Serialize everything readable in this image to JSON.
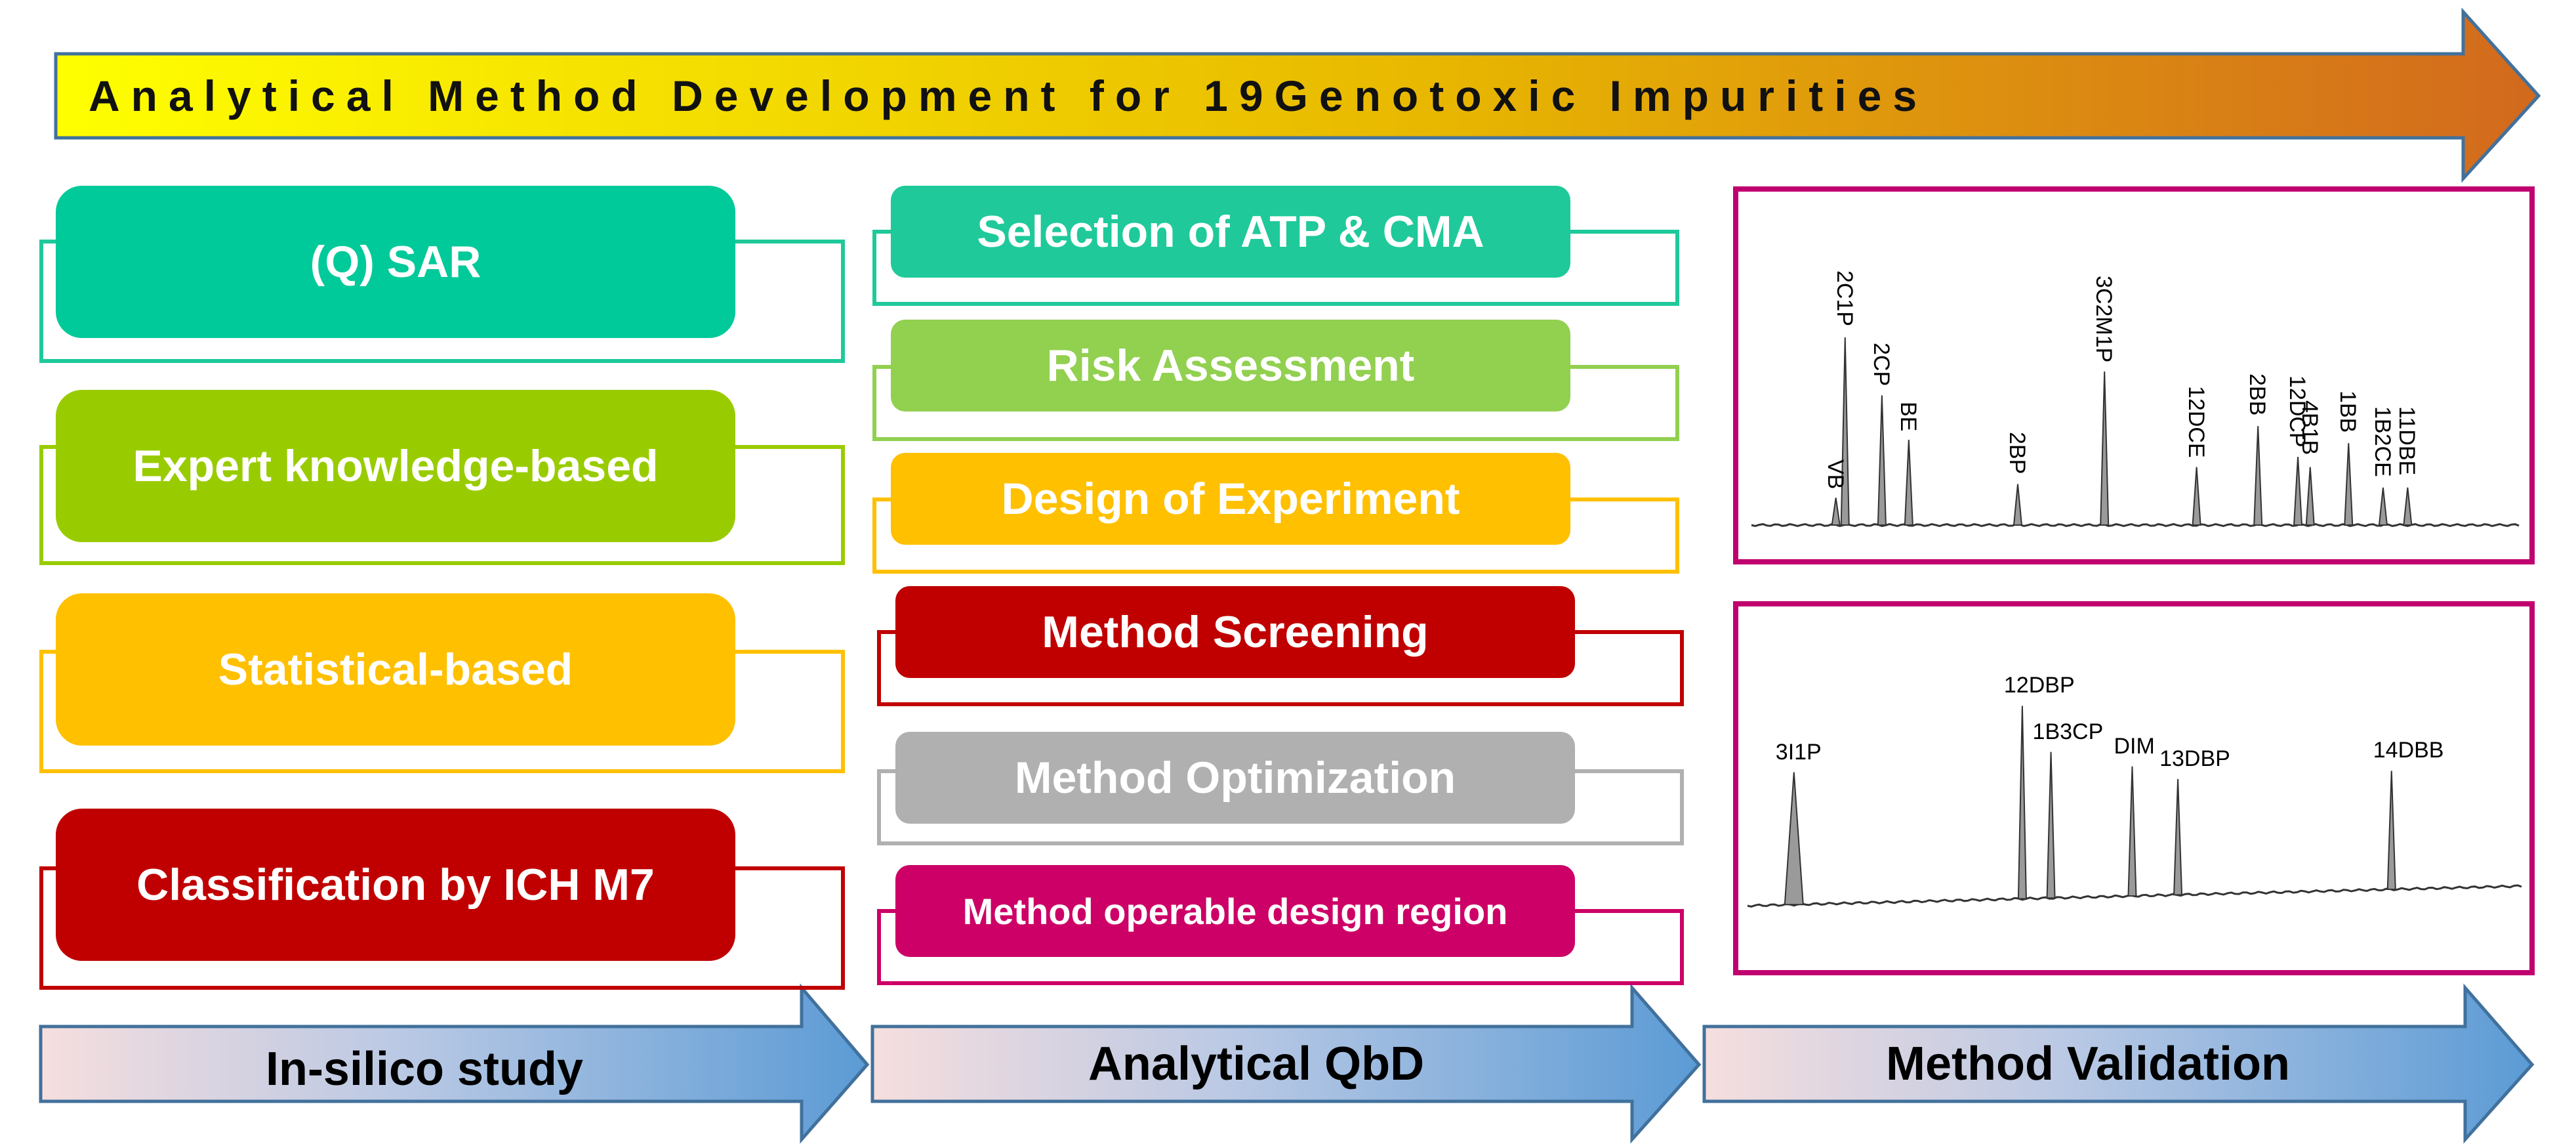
{
  "banner": {
    "title": "Analytical Method Development for 19Genotoxic Impurities"
  },
  "columns": [
    {
      "footer": "In-silico study",
      "boxes": [
        {
          "label": "(Q) SAR",
          "color": "#00c99a"
        },
        {
          "label": "Expert knowledge-based",
          "color": "#99cc00"
        },
        {
          "label": "Statistical-based",
          "color": "#ffc000"
        },
        {
          "label": "Classification by ICH M7",
          "color": "#c00000"
        }
      ]
    },
    {
      "footer": "Analytical QbD",
      "boxes": [
        {
          "label": "Selection of ATP & CMA",
          "color": "#1fc99a"
        },
        {
          "label": "Risk Assessment",
          "color": "#92d050"
        },
        {
          "label": "Design of Experiment",
          "color": "#ffc000"
        },
        {
          "label": "Method Screening",
          "color": "#c00000"
        },
        {
          "label": "Method Optimization",
          "color": "#b0b0b0"
        },
        {
          "label": "Method operable design region",
          "color": "#cc0066"
        }
      ]
    },
    {
      "footer": "Method Validation"
    }
  ],
  "chromatograms": [
    {
      "peaks": [
        {
          "label": "VB",
          "x": 0.11,
          "h": 0.08
        },
        {
          "label": "2C1P",
          "x": 0.122,
          "h": 0.55
        },
        {
          "label": "2CP",
          "x": 0.17,
          "h": 0.38
        },
        {
          "label": "BE",
          "x": 0.205,
          "h": 0.25
        },
        {
          "label": "2BP",
          "x": 0.347,
          "h": 0.12
        },
        {
          "label": "3C2M1P",
          "x": 0.46,
          "h": 0.45
        },
        {
          "label": "12DCE",
          "x": 0.58,
          "h": 0.17
        },
        {
          "label": "2BB",
          "x": 0.66,
          "h": 0.29
        },
        {
          "label": "12DCP",
          "x": 0.712,
          "h": 0.2
        },
        {
          "label": "4B1B",
          "x": 0.728,
          "h": 0.17
        },
        {
          "label": "1BB",
          "x": 0.778,
          "h": 0.24
        },
        {
          "label": "1B2CE",
          "x": 0.823,
          "h": 0.11
        },
        {
          "label": "11DBE",
          "x": 0.855,
          "h": 0.11
        }
      ]
    },
    {
      "peaks": [
        {
          "label": "3I1P",
          "x": 0.06,
          "h": 0.48
        },
        {
          "label": "12DBP",
          "x": 0.355,
          "h": 0.7
        },
        {
          "label": "1B3CP",
          "x": 0.392,
          "h": 0.53
        },
        {
          "label": "DIM",
          "x": 0.497,
          "h": 0.47
        },
        {
          "label": "13DBP",
          "x": 0.556,
          "h": 0.42
        },
        {
          "label": "14DBB",
          "x": 0.832,
          "h": 0.43
        }
      ]
    }
  ],
  "colors": {
    "banner_start": "#ffff00",
    "banner_end": "#d2691e",
    "footer_start": "#f4dcdc",
    "footer_end": "#5b9bd5",
    "outline": "#41719c",
    "chrom_frame": "#c0006f"
  }
}
